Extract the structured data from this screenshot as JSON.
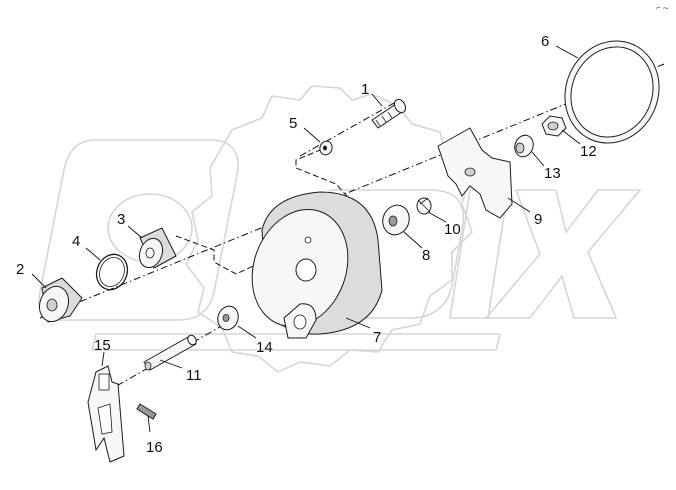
{
  "callouts": [
    {
      "id": "1",
      "label": "1"
    },
    {
      "id": "2",
      "label": "2"
    },
    {
      "id": "3",
      "label": "3"
    },
    {
      "id": "4",
      "label": "4"
    },
    {
      "id": "5",
      "label": "5"
    },
    {
      "id": "6",
      "label": "6"
    },
    {
      "id": "7",
      "label": "7"
    },
    {
      "id": "8",
      "label": "8"
    },
    {
      "id": "9",
      "label": "9"
    },
    {
      "id": "10",
      "label": "10"
    },
    {
      "id": "11",
      "label": "11"
    },
    {
      "id": "12",
      "label": "12"
    },
    {
      "id": "13",
      "label": "13"
    },
    {
      "id": "14",
      "label": "14"
    },
    {
      "id": "15",
      "label": "15"
    },
    {
      "id": "16",
      "label": "16"
    }
  ],
  "watermark": {
    "brand": "DIX"
  },
  "corner_mark": "⌐ ⁓"
}
